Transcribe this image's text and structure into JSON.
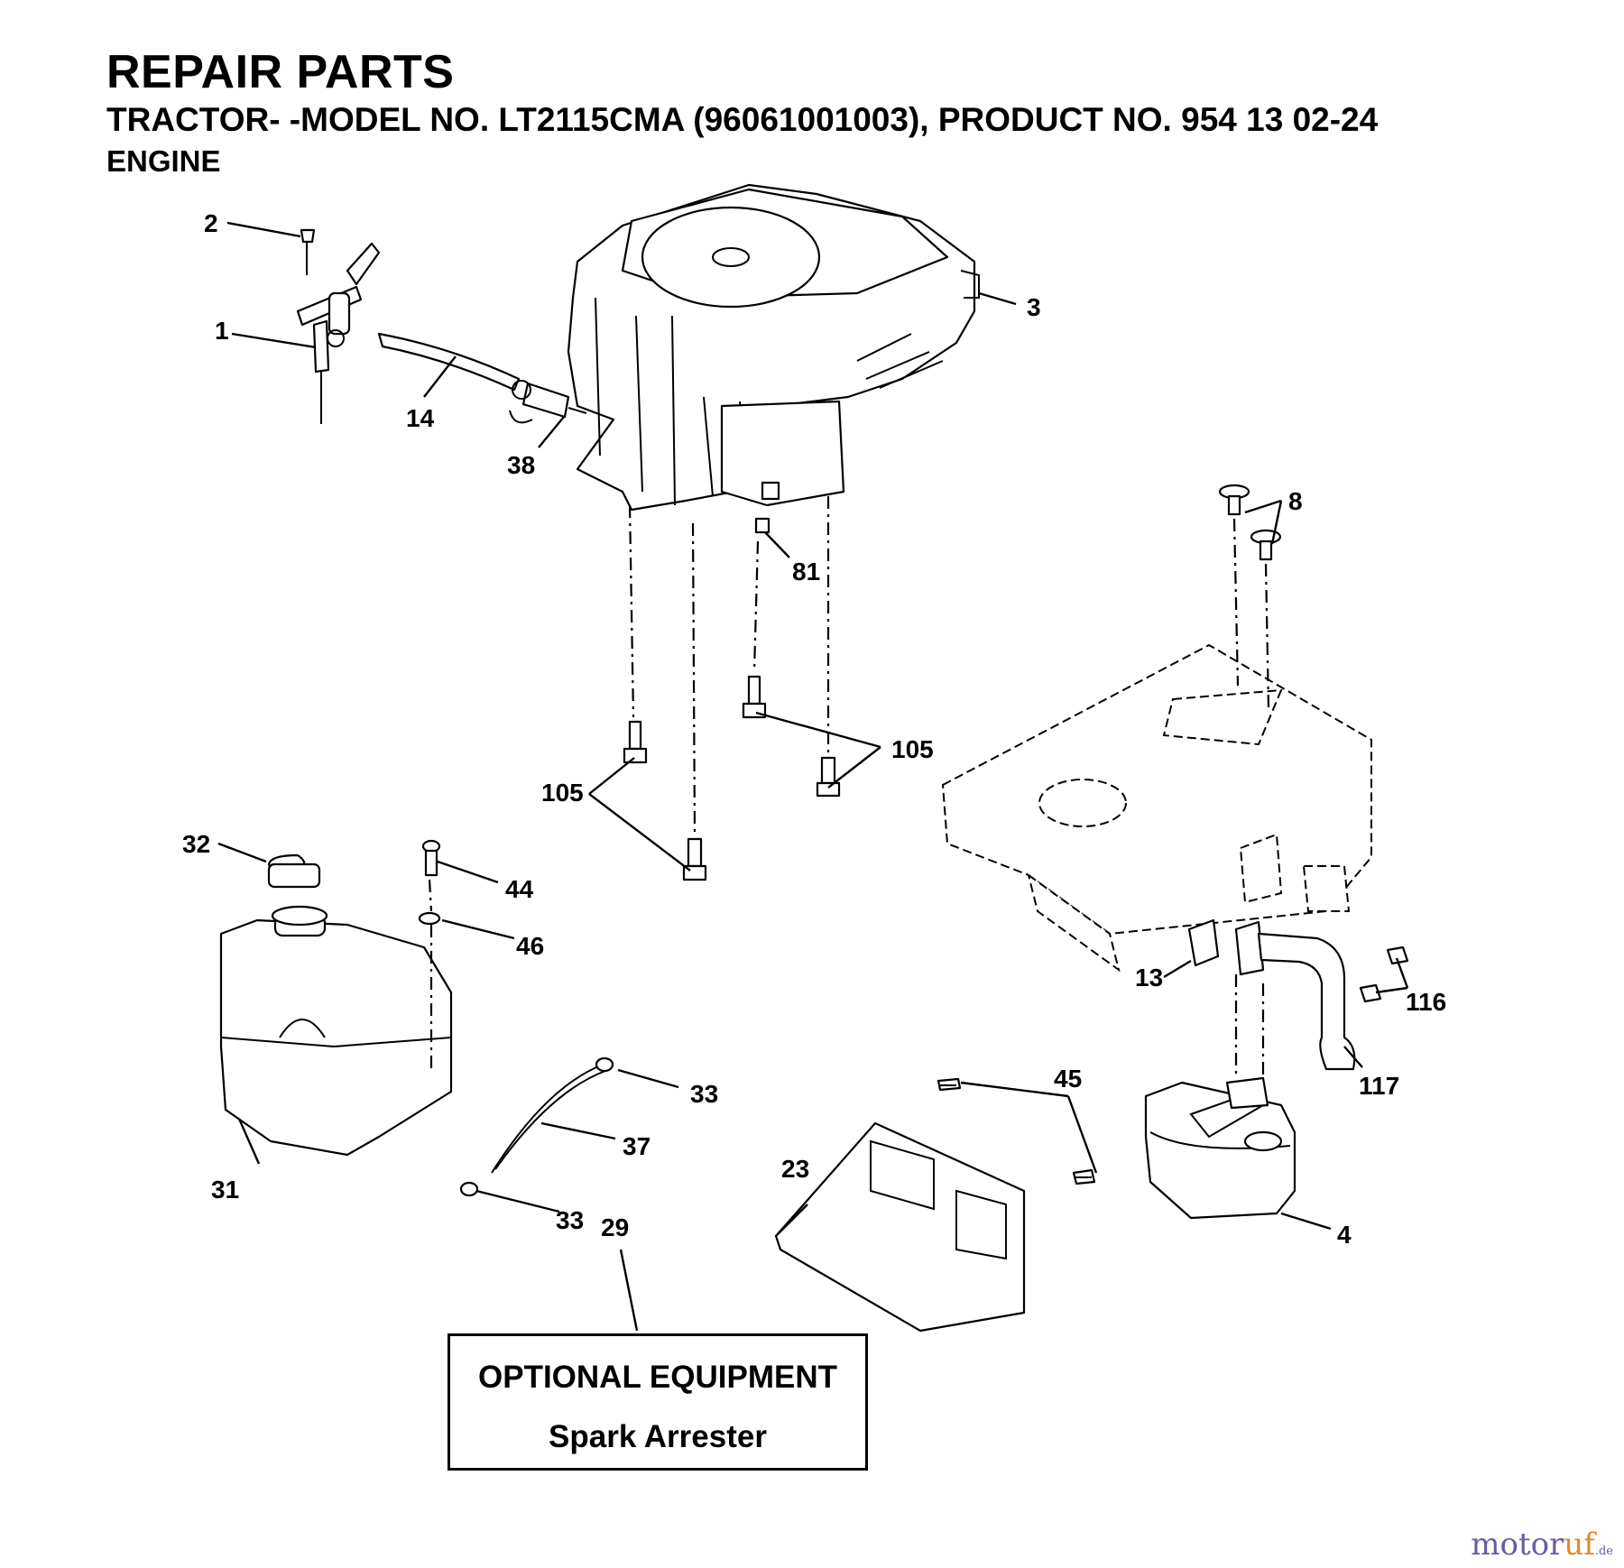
{
  "header": {
    "title": "REPAIR PARTS",
    "subtitle": "TRACTOR- -MODEL NO. LT2115CMA (96061001003), PRODUCT NO. 954 13 02-24",
    "section": "ENGINE"
  },
  "callouts": [
    "2",
    "1",
    "14",
    "38",
    "3",
    "81",
    "8",
    "105",
    "105",
    "32",
    "44",
    "46",
    "13",
    "116",
    "33",
    "37",
    "33",
    "45",
    "117",
    "23",
    "31",
    "29",
    "4"
  ],
  "optional_box": {
    "line1": "OPTIONAL EQUIPMENT",
    "line2": "Spark Arrester"
  },
  "watermark": {
    "part1": "motor",
    "part2": "uf",
    "suffix": ".de"
  }
}
